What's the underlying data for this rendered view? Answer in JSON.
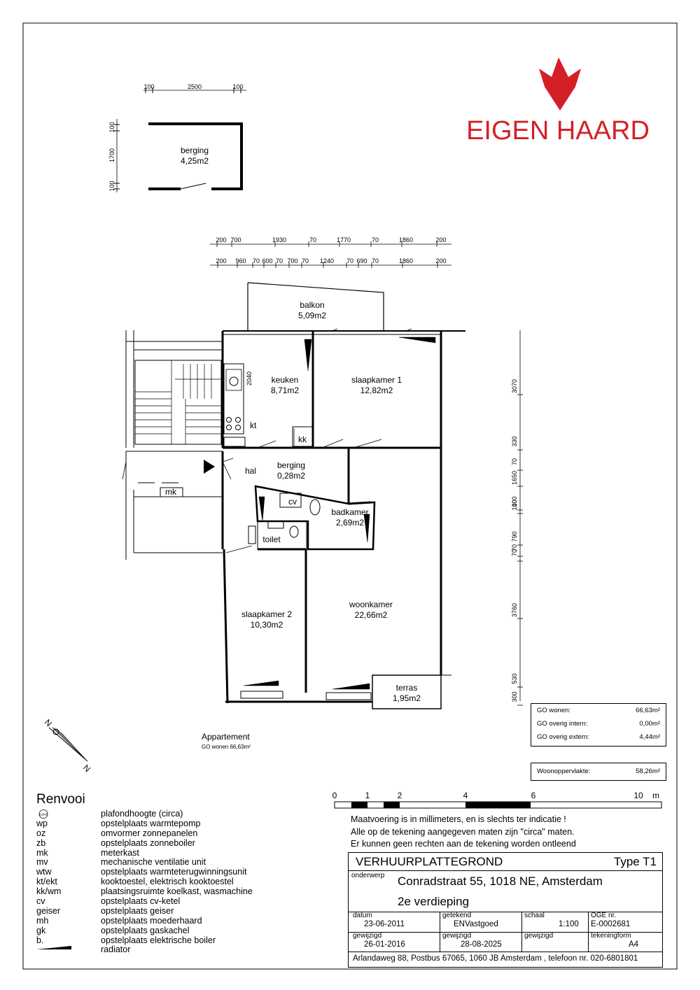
{
  "logo": {
    "text": "EIGEN HAARD",
    "color": "#d51f27"
  },
  "storage_plan": {
    "room": {
      "name": "berging",
      "area": "4,25m2"
    },
    "dims_horizontal": [
      "100",
      "2500",
      "100"
    ],
    "dims_vertical": [
      "100",
      "1700",
      "100"
    ]
  },
  "top_dims_row1": [
    "200",
    "700",
    "1930",
    "70",
    "1770",
    "70",
    "1860",
    "200"
  ],
  "top_dims_row2": [
    "200",
    "960",
    "70",
    "600",
    "70",
    "700",
    "70",
    "1240",
    "70",
    "690",
    "70",
    "1860",
    "200"
  ],
  "right_dims": [
    "3070",
    "70",
    "330",
    "1650",
    "70",
    "100",
    "100",
    "70",
    "790",
    "3760",
    "530",
    "300"
  ],
  "kitchen_dim": "2040",
  "rooms": [
    {
      "name": "balkon",
      "area": "5,09m2"
    },
    {
      "name": "keuken",
      "area": "8,71m2"
    },
    {
      "name": "slaapkamer 1",
      "area": "12,82m2"
    },
    {
      "name": "hal",
      "area": ""
    },
    {
      "name": "berging",
      "area": "0,28m2"
    },
    {
      "name": "badkamer",
      "area": "2,69m2"
    },
    {
      "name": "toilet",
      "area": ""
    },
    {
      "name": "slaapkamer 2",
      "area": "10,30m2"
    },
    {
      "name": "woonkamer",
      "area": "22,66m2"
    },
    {
      "name": "terras",
      "area": "1,95m2"
    }
  ],
  "fixture_labels": {
    "kt": "kt",
    "kk": "kk",
    "mk": "mk",
    "cv": "cv"
  },
  "north_labels": [
    "N",
    "N"
  ],
  "appartement": {
    "title": "Appartement",
    "subtitle": "GO wonen 66,63m²"
  },
  "area_summary": [
    {
      "label": "GO wonen:",
      "value": "66,63m²"
    },
    {
      "label": "GO overig intern:",
      "value": "0,00m²"
    },
    {
      "label": "GO overig extern:",
      "value": "4,44m²"
    }
  ],
  "woonoppervlakte": {
    "label": "Woonoppervlakte:",
    "value": "58,26m²"
  },
  "scale_bar": {
    "ticks": [
      "0",
      "1",
      "2",
      "4",
      "6",
      "10"
    ],
    "unit": "m"
  },
  "notes": [
    "Maatvoering is in millimeters, en is slechts ter indicatie !",
    "Alle op de tekening aangegeven maten zijn \"circa\" maten.",
    "Er kunnen geen rechten aan de tekening worden ontleend"
  ],
  "title_block": {
    "heading": "VERHUURPLATTEGROND",
    "type": "Type T1",
    "subject_label": "onderwerp",
    "address": "Conradstraat 55, 1018 NE, Amsterdam",
    "floor": "2e verdieping",
    "datum_label": "datum",
    "datum": "23-06-2011",
    "getekend_label": "getekend",
    "getekend": "ENVastgoed",
    "schaal_label": "schaal",
    "schaal": "1:100",
    "oge_label": "OGE nr.",
    "oge": "E-0002681",
    "gewijzigd1_label": "gewijzigd",
    "gewijzigd1": "26-01-2016",
    "gewijzigd2_label": "gewijzigd",
    "gewijzigd2": "28-08-2025",
    "gewijzigd3_label": "gewijzigd",
    "gewijzigd3": "",
    "tekeningform_label": "tekeningform",
    "tekeningform": "A4",
    "footer": "Arlandaweg 88, Postbus 67065, 1060 JB Amsterdam , telefoon nr. 020-6801801"
  },
  "legend": {
    "title": "Renvooi",
    "ceiling_symbol": "±2540",
    "items": [
      {
        "code": "",
        "desc": "plafondhoogte (circa)"
      },
      {
        "code": "wp",
        "desc": "opstelplaats warmtepomp"
      },
      {
        "code": "oz",
        "desc": "omvormer zonnepanelen"
      },
      {
        "code": "zb",
        "desc": "opstelplaats zonneboiler"
      },
      {
        "code": "mk",
        "desc": "meterkast"
      },
      {
        "code": "mv",
        "desc": "mechanische ventilatie unit"
      },
      {
        "code": "wtw",
        "desc": "opstelplaats warmteterugwinningsunit"
      },
      {
        "code": "kt/ekt",
        "desc": "kooktoestel, elektrisch kooktoestel"
      },
      {
        "code": "kk/wm",
        "desc": "plaatsingsruimte koelkast, wasmachine"
      },
      {
        "code": "cv",
        "desc": "opstelplaats cv-ketel"
      },
      {
        "code": "geiser",
        "desc": "opstelplaats geiser"
      },
      {
        "code": "mh",
        "desc": "opstelplaats moederhaard"
      },
      {
        "code": "gk",
        "desc": "opstelplaats gaskachel"
      },
      {
        "code": "b.",
        "desc": "opstelplaats elektrische boiler"
      },
      {
        "code": "",
        "desc": "radiator"
      }
    ]
  }
}
